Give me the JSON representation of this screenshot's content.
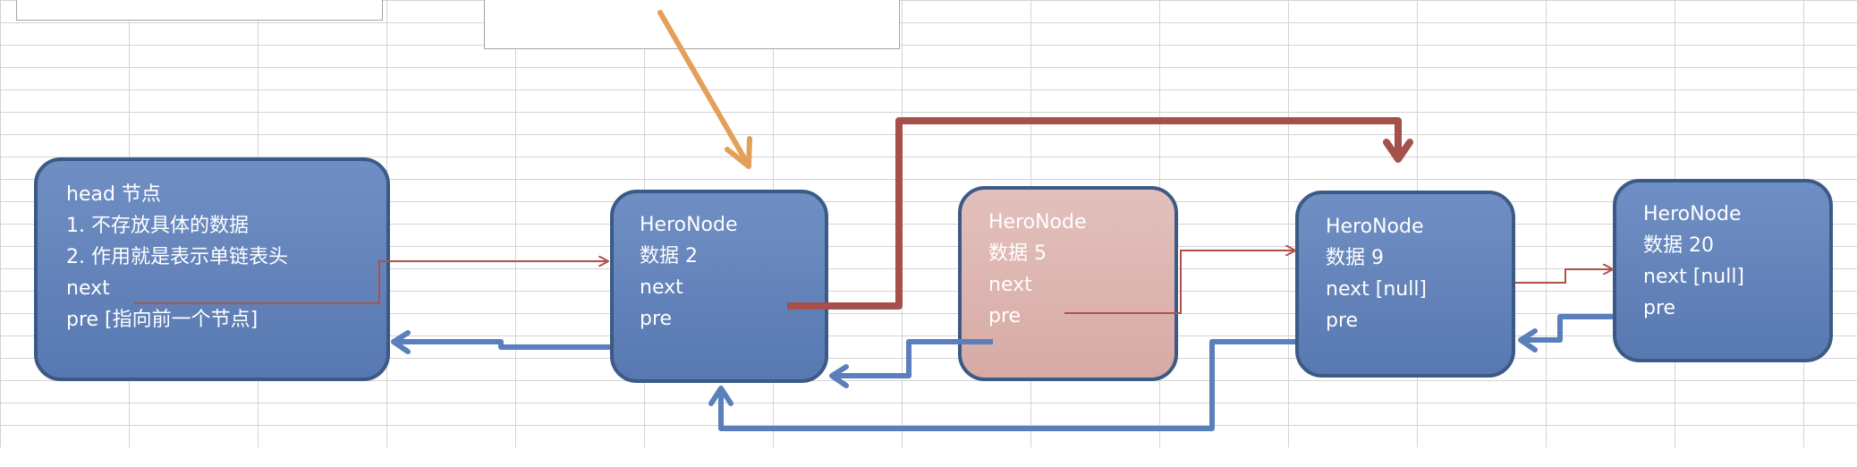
{
  "nodes": {
    "head": {
      "title": "head 节点",
      "note1": "1. 不存放具体的数据",
      "note2": "2. 作用就是表示单链表头",
      "next": "next",
      "pre": "pre  [指向前一个节点]"
    },
    "node2": {
      "title": "HeroNode",
      "data": "数据 2",
      "next": "next",
      "pre": "pre"
    },
    "node5": {
      "title": "HeroNode",
      "data": "数据 5",
      "next": "next",
      "pre": "pre"
    },
    "node9": {
      "title": "HeroNode",
      "data": "数据 9",
      "next": "next [null]",
      "pre": "pre"
    },
    "node20": {
      "title": "HeroNode",
      "data": "数据 20",
      "next": "next [null]",
      "pre": "pre"
    }
  },
  "colors": {
    "node_fill": "#5f80b9",
    "node_border": "#3b5a86",
    "removed_node_fill": "#dcb4b0",
    "next_link": "#a5504b",
    "thin_next_link": "#b0504b",
    "pre_link": "#5b7fbd",
    "insert_arrow": "#e3a05a",
    "grid_line": "#d4d4d4"
  }
}
